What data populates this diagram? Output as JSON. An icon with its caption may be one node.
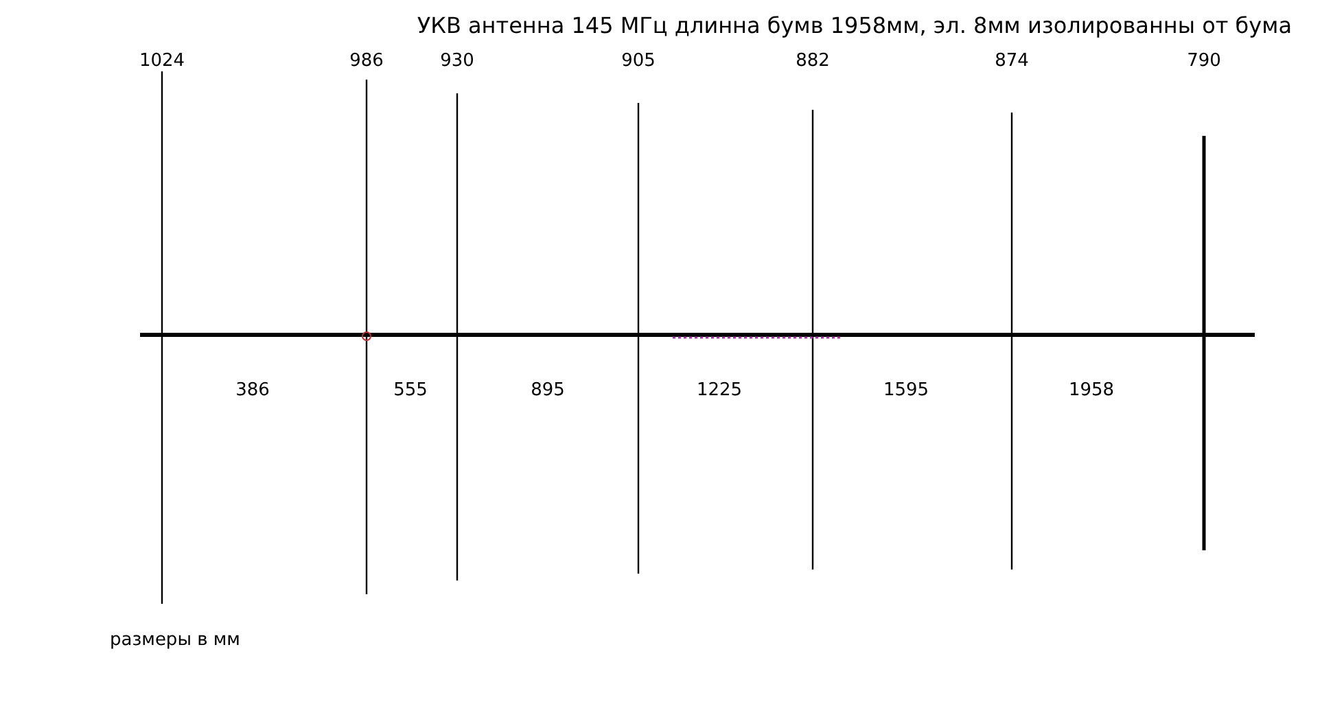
{
  "diagram": {
    "title": "УКВ антенна 145 МГц длинна бумв 1958мм, эл. 8мм изолированны от бума",
    "labels": [
      "1024",
      "986",
      "930",
      "905",
      "882",
      "874",
      "790",
      "386",
      "555",
      "895",
      "1225",
      "1595",
      "1958",
      "размеры в мм"
    ]
  }
}
